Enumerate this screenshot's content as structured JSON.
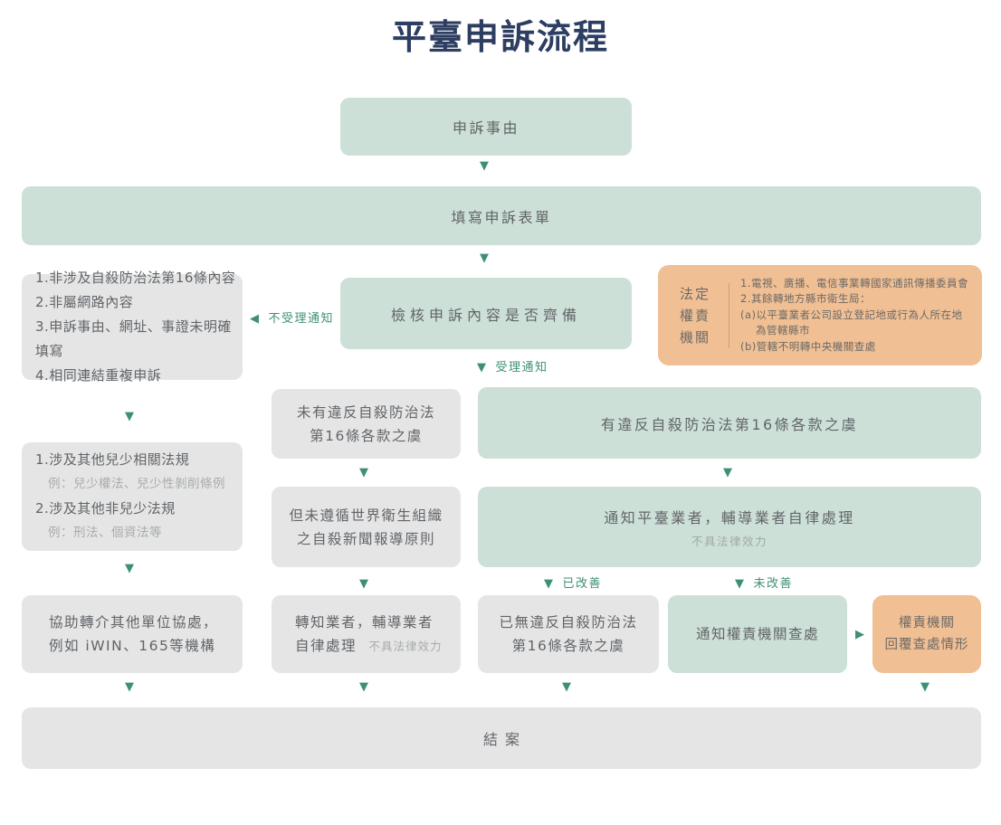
{
  "title": "平臺申訴流程",
  "labels": {
    "not_accepted": "不受理通知",
    "accepted": "受理通知",
    "improved": "已改善",
    "not_improved": "未改善"
  },
  "icons": {
    "down": "▼",
    "left": "◀",
    "right": "▶"
  },
  "nodes": {
    "complaint_reason": "申訴事由",
    "fill_form": "填寫申訴表單",
    "check_content": "檢核申訴內容是否齊備",
    "reject_reasons": [
      "1.非涉及自殺防治法第16條內容",
      "2.非屬網路內容",
      "3.申訴事由、網址、事證未明確填寫",
      "4.相同連結重複申訴"
    ],
    "legal_authority": {
      "title_lines": [
        "法定",
        "權責",
        "機關"
      ],
      "lines": [
        "1.電視、廣播、電信事業轉國家通訊傳播委員會",
        "2.其餘轉地方縣市衛生局：",
        "(a)以平臺業者公司設立登記地或行為人所在地",
        "為管轄縣市",
        "(b)管轄不明轉中央機關查處"
      ]
    },
    "no_violation": [
      "未有違反自殺防治法",
      "第16條各款之虞"
    ],
    "violation": "有違反自殺防治法第16條各款之虞",
    "other_laws": {
      "item1": "1.涉及其他兒少相關法規",
      "example1": "例：兒少權法、兒少性剝削條例",
      "item2": "2.涉及其他非兒少法規",
      "example2": "例：刑法、個資法等"
    },
    "not_follow_who": [
      "但未遵循世界衛生組織",
      "之自殺新聞報導原則"
    ],
    "notify_platform": {
      "label": "通知平臺業者，輔導業者自律處理",
      "note": "不具法律效力"
    },
    "refer_other": [
      "協助轉介其他單位協處，",
      "例如 iWIN、165等機構"
    ],
    "inform_business": {
      "line1": "轉知業者，輔導業者",
      "line2": "自律處理",
      "note": "不具法律效力"
    },
    "no_more_violation": [
      "已無違反自殺防治法",
      "第16條各款之虞"
    ],
    "notify_authority": "通知權責機關查處",
    "authority_reply": [
      "權責機關",
      "回覆查處情形"
    ],
    "close_case": "結案"
  },
  "colors": {
    "title": "#2d3e62",
    "green_box": "#cde0d7",
    "gray_box": "#e5e5e5",
    "orange_box": "#f0bf94",
    "arrow_green": "#3e8f78",
    "box_text": "#616569",
    "muted_text": "#a8acaf"
  }
}
